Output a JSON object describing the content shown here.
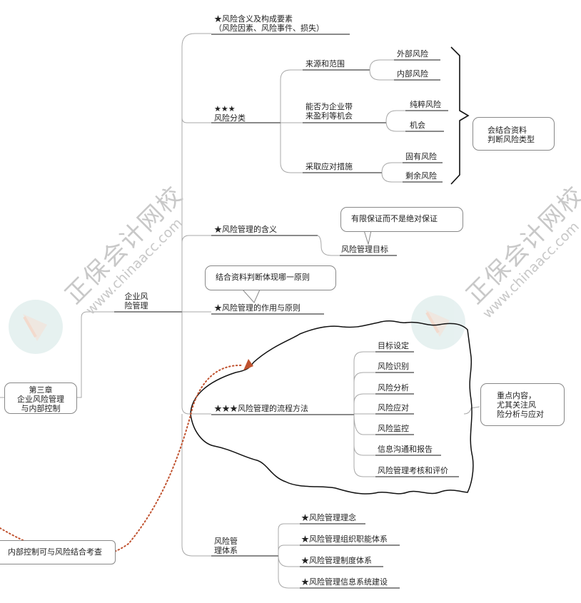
{
  "root": {
    "label_line1": "第三章",
    "label_line2": "企业风险管理",
    "label_line3": "与内部控制"
  },
  "branch": {
    "label_line1": "企业风",
    "label_line2": "险管理"
  },
  "topics": {
    "meaning": {
      "line1": "★风险含义及构成要素",
      "line2": "（风险因素、风险事件、损失）"
    },
    "classification": {
      "stars": "★★★",
      "label": "风险分类",
      "groups": [
        {
          "label_line1": "来源和范围",
          "label_line2": "",
          "children": [
            "外部风险",
            "内部风险"
          ]
        },
        {
          "label_line1": "能否为企业带",
          "label_line2": "来盈利等机会",
          "children": [
            "纯粹风险",
            "机会"
          ]
        },
        {
          "label_line1": "采取应对措施",
          "label_line2": "",
          "children": [
            "固有风险",
            "剩余风险"
          ]
        }
      ],
      "callout_line1": "会结合资料",
      "callout_line2": "判断风险类型"
    },
    "rm_meaning": {
      "label": "★风险管理的含义",
      "child": "风险管理目标",
      "callout": "有限保证而不是绝对保证"
    },
    "rm_role": {
      "label": "★风险管理的作用与原则",
      "callout": "结合资料判断体现哪一原则"
    },
    "rm_process": {
      "label": "★★★风险管理的流程方法",
      "steps": [
        "目标设定",
        "风险识别",
        "风险分析",
        "风险应对",
        "风险监控",
        "信息沟通和报告",
        "风险管理考核和评价"
      ],
      "callout_line1": "重点内容，",
      "callout_line2": "尤其关注风",
      "callout_line3": "险分析与应对"
    },
    "rm_system": {
      "label_line1": "风险管",
      "label_line2": "理体系",
      "children": [
        "★风险管理理念",
        "★风险管理组织职能体系",
        "★风险管理制度体系",
        "★风险管理信息系统建设"
      ]
    }
  },
  "internal_control_note": "内部控制可与风险结合考查",
  "watermark": {
    "cn": "正保会计网校",
    "en": "www.chinaacc.com"
  },
  "colors": {
    "line": "#a8a8a8",
    "underline": "#8a8a8a",
    "cloud": "#111111",
    "arrow": "#c0522f",
    "watermark": "#c8c8c8",
    "logo_circle": "#e4f0ef"
  }
}
